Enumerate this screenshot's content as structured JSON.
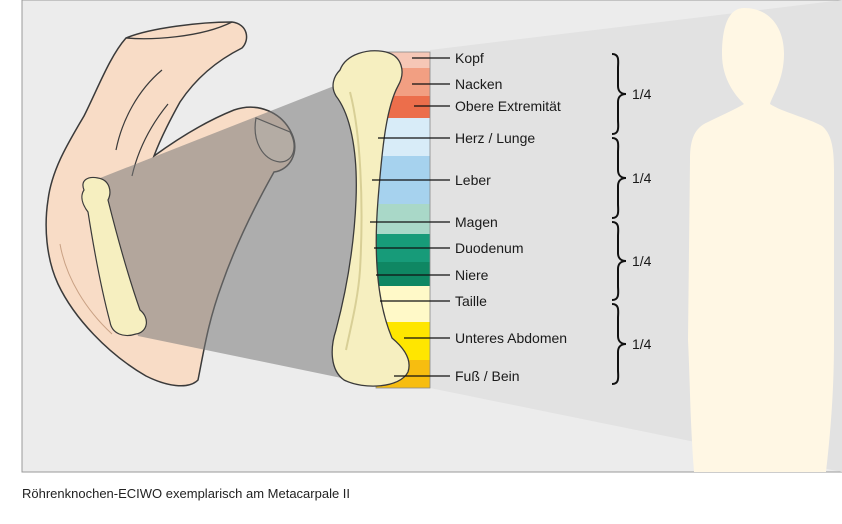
{
  "caption": "Röhrenknochen-ECIWO exemplarisch am Metacarpale II",
  "zones": [
    {
      "label": "Kopf",
      "color": "#f6c7b6"
    },
    {
      "label": "Nacken",
      "color": "#f29f82"
    },
    {
      "label": "Obere Extremität",
      "color": "#ec6e4b"
    },
    {
      "label": "Herz / Lunge",
      "color": "#d8ecf8"
    },
    {
      "label": "Leber",
      "color": "#a6d2ee"
    },
    {
      "label": "Magen",
      "color": "#a9d8c8"
    },
    {
      "label": "Duodenum",
      "color": "#179b79"
    },
    {
      "label": "Niere",
      "color": "#0f8763"
    },
    {
      "label": "Taille",
      "color": "#fff9c8"
    },
    {
      "label": "Unteres Abdomen",
      "color": "#ffe600"
    },
    {
      "label": "Fuß / Bein",
      "color": "#f7bd10"
    }
  ],
  "fractions": [
    "1/4",
    "1/4",
    "1/4",
    "1/4"
  ],
  "colors": {
    "panel_background": "#ececec",
    "panel_border": "#9a9a9a",
    "skin": "#f8dcc6",
    "bone": "#f6efc0",
    "silhouette": "#fff7e4",
    "projection": "#7a7a7a"
  },
  "icons": [
    "hand-illustration",
    "metacarpal-bone",
    "human-silhouette"
  ]
}
